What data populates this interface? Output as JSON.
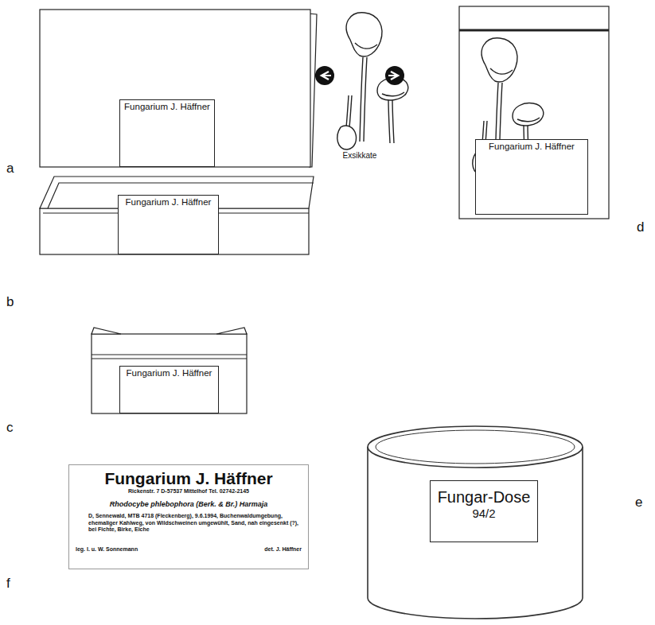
{
  "diagram": {
    "nodes": [
      {
        "text": [
          "Fungarium J. Häffner"
        ]
      },
      {
        "text": [
          "Fungarium J. Häffner"
        ]
      },
      {
        "text": [
          "Fungarium J. Häffner"
        ]
      },
      {
        "text": [
          "Fungarium J. Häffner"
        ]
      },
      {
        "text": [
          "Fungarium J. Häffner",
          "Rickenstr. 7 D-57537 Mittelhof Tel. 02742-2145",
          "Rhodocybe phlebophora (Berk. & Br.) Harmaja",
          "D, Sennewald, MTB 4718 (Fleckenberg), 9.6.1994, Buchenwaldumgebung, ehemaliger Kahlweg, von Wildschweinen umgewühlt, Sand, nah eingesenkt (?), bei Fichte, Birke, Eiche",
          "leg. I. u. W. Sonnemann",
          "det. J. Häffner"
        ]
      },
      {
        "text": [
          "Fungar-Dose",
          "94/2"
        ]
      }
    ],
    "labels": [
      "a",
      "b",
      "c",
      "d",
      "e",
      "f",
      "Exsikkate"
    ]
  }
}
